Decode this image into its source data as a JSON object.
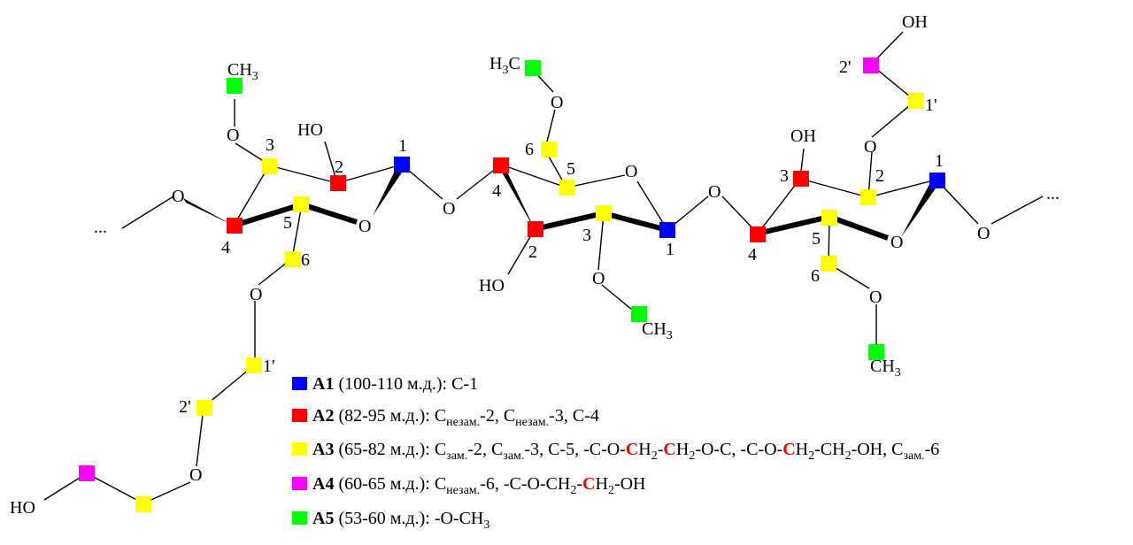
{
  "colors": {
    "A1": "#0000ff",
    "A2": "#ff0000",
    "A3": "#ffff00",
    "A4": "#ff00ff",
    "A5": "#00ff00",
    "highlight": "#ff0000"
  },
  "structure": {
    "ellipsis": "...",
    "oxygen": "O",
    "hydroxyl": "OH",
    "hydroxyl_left": "HO",
    "methyl_c": "C",
    "methyl_h": "H",
    "methyl_sub": "3",
    "num_1": "1",
    "num_2": "2",
    "num_3": "3",
    "num_4": "4",
    "num_5": "5",
    "num_6": "6",
    "num_1p": "1'",
    "num_2p": "2'"
  },
  "legend": {
    "rows": [
      {
        "tag": "A1",
        "range": " (100-110 м.д.): ",
        "text": "C-1"
      },
      {
        "tag": "A2",
        "range": " (82-95 м.д.): ",
        "c": "C",
        "nz": "незам.",
        "t1": "-2, ",
        "t2": "-3, C-4"
      },
      {
        "tag": "A3",
        "range": " (65-82 м.д.): ",
        "c": "C",
        "z": "зам.",
        "t1": "-2, ",
        "t2": "-3, C-5, -C-O-",
        "red": "C",
        "h": "H",
        "two": "2",
        "t3": "-",
        "t4": "-O-C, -C-O-",
        "t5": "-CH",
        "t6": "-OH, ",
        "t7": "-6"
      },
      {
        "tag": "A4",
        "range": " (60-65 м.д.): ",
        "c": "C",
        "nz": "незам.",
        "t1": "-6, -C-O-CH",
        "two": "2",
        "t2": "-",
        "red": "C",
        "h": "H",
        "t3": "-OH"
      },
      {
        "tag": "A5",
        "range": " (53-60 м.д.): ",
        "text": "-O-CH",
        "three": "3"
      }
    ]
  }
}
